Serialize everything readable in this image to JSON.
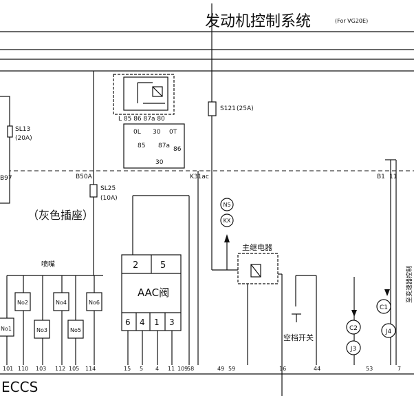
{
  "title": "发动机控制系统",
  "subtitle": "(For VG20E)",
  "fuses": {
    "sl13": "SL13",
    "sl13_rating": "(20A)",
    "sl25": "SL25",
    "sl25_rating": "(10A)",
    "s121": "S121",
    "s121_rating": "(25A)"
  },
  "relay_small": {
    "pins_top": "L 85 86 87a 80",
    "pin_0l": "0L",
    "pin_30": "30",
    "pin_0t": "0T",
    "pin_85": "85",
    "pin_87a": "87a",
    "pin_86": "86",
    "pin_30b": "30"
  },
  "wire_labels": {
    "b97": "B97",
    "b50a": "B50A",
    "k31ac": "K31ac",
    "b1": "B1",
    "n1": "11"
  },
  "gray_socket": "（灰色插座）",
  "n5": "N5",
  "kx": "KX",
  "main_relay": "主继电器",
  "injectors_label": "喷嘴",
  "injectors": [
    "No1",
    "No2",
    "No3",
    "No4",
    "No5",
    "No6"
  ],
  "aac": {
    "name": "AAC阀",
    "top_pins": [
      "2",
      "5"
    ],
    "bottom_pins": [
      "6",
      "4",
      "1",
      "3"
    ]
  },
  "ac_switch": "空档开关",
  "circles": [
    "C1",
    "C2",
    "J3",
    "J4"
  ],
  "side_vertical_text": "至变速器控制",
  "pins_bottom": [
    "101",
    "110",
    "103",
    "112",
    "105",
    "114",
    "15",
    "5",
    "4",
    "11",
    "109",
    "58",
    "49",
    "59",
    "16",
    "44",
    "53",
    "7"
  ],
  "ecu": "ECCS"
}
